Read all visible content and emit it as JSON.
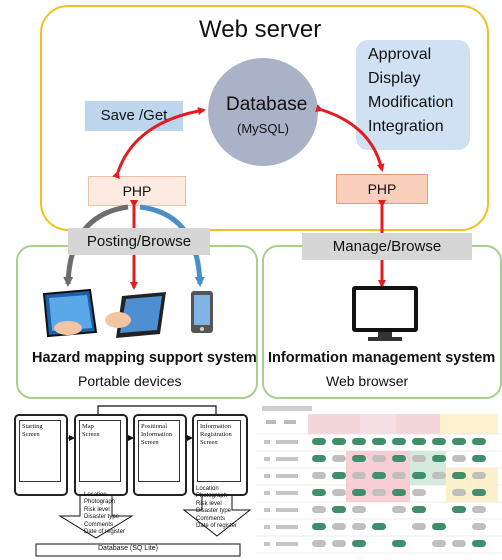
{
  "server": {
    "title": "Web server",
    "db_label": "Database",
    "db_sub": "(MySQL)",
    "save_get": "Save /Get",
    "php_left": "PHP",
    "php_right": "PHP",
    "actions": [
      "Approval",
      "Display",
      "Modification",
      "Integration"
    ]
  },
  "links": {
    "posting": "Posting/Browse",
    "manage": "Manage/Browse"
  },
  "portable": {
    "title": "Hazard mapping support system",
    "subtitle": "Portable devices"
  },
  "web": {
    "title": "Information management system",
    "subtitle": "Web browser"
  },
  "flow": {
    "screens": [
      {
        "lines": [
          "Starting",
          "Screen"
        ]
      },
      {
        "lines": [
          "Map",
          "Screen"
        ]
      },
      {
        "lines": [
          "Positional",
          "Information",
          "Screen"
        ]
      },
      {
        "lines": [
          "Information",
          "Registration",
          "Screen"
        ]
      }
    ],
    "fields_left": [
      "Location",
      "Photograph",
      "Risk level",
      "Disaster type",
      "Comments",
      "Date of register"
    ],
    "fields_right": [
      "Location",
      "Photograph",
      "Risk level",
      "Disaster type",
      "Comments",
      "Date of register"
    ],
    "database_label": "Database (SQ Lite)"
  },
  "colors": {
    "server_border": "#f0c21f",
    "group_border": "#a8d08d",
    "database_fill": "#aab2c8",
    "arrow_red": "#e31b23",
    "arrow_gray": "#6d6d6d",
    "arrow_blue": "#4a90c8",
    "save_fill": "#bdd6ee",
    "actions_fill": "#cfe1f3"
  }
}
